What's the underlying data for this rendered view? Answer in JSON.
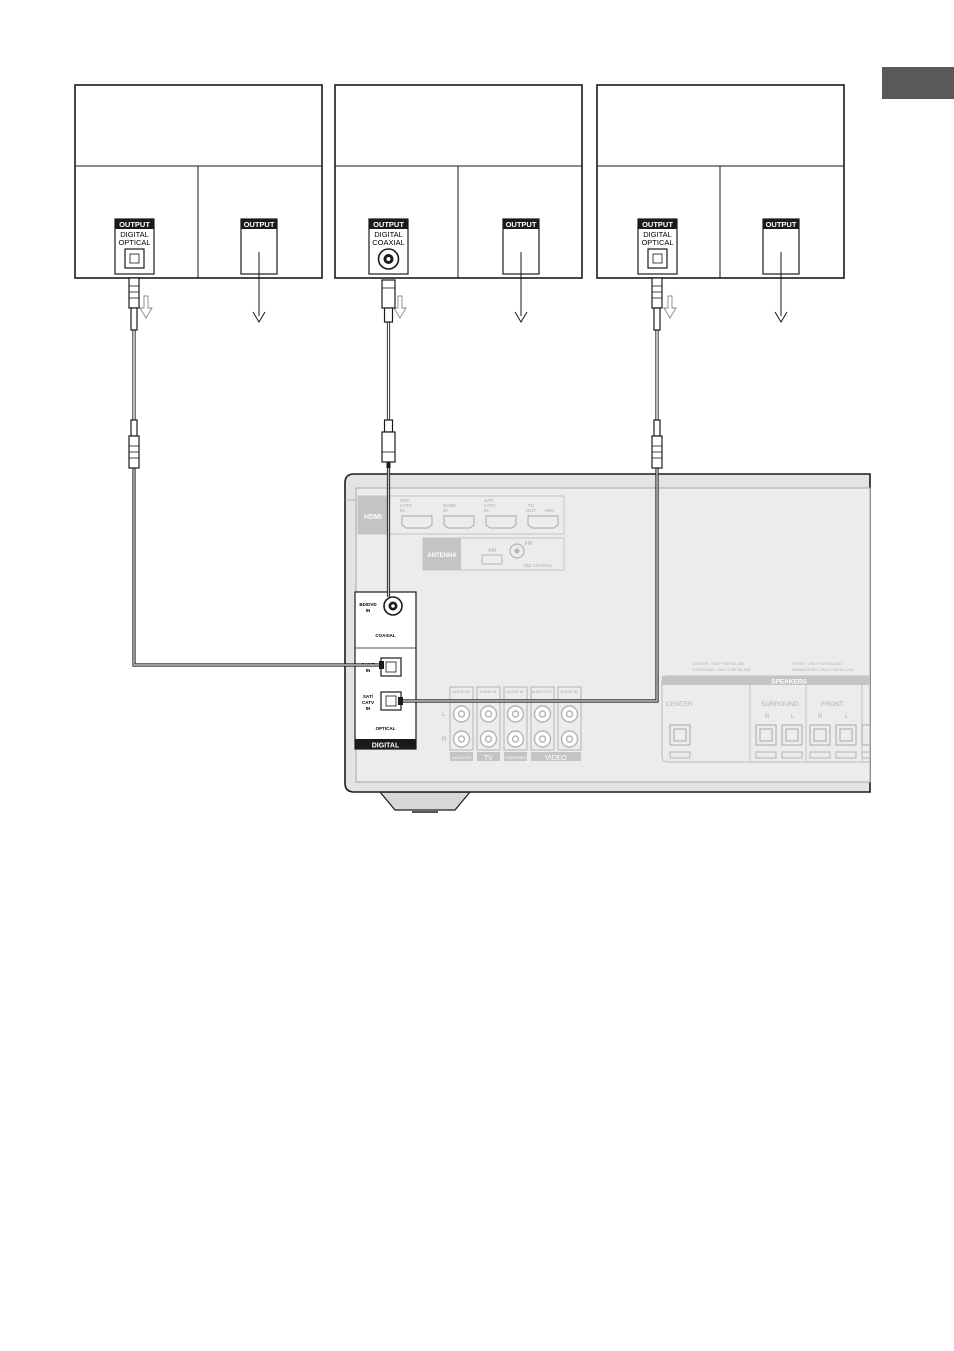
{
  "devices": [
    {
      "digital": {
        "badge": "OUTPUT",
        "line1": "DIGITAL",
        "line2": "OPTICAL"
      },
      "analog": {
        "badge": "OUTPUT"
      }
    },
    {
      "digital": {
        "badge": "OUTPUT",
        "line1": "DIGITAL",
        "line2": "COAXIAL"
      },
      "analog": {
        "badge": "OUTPUT"
      }
    },
    {
      "digital": {
        "badge": "OUTPUT",
        "line1": "DIGITAL",
        "line2": "OPTICAL"
      },
      "analog": {
        "badge": "OUTPUT"
      }
    }
  ],
  "receiver": {
    "hdmi": {
      "label": "HDMI",
      "ports": [
        {
          "line1": "SAT/",
          "line2": "CATV",
          "line3": "IN"
        },
        {
          "line1": "GAME",
          "line2": "",
          "line3": "IN"
        },
        {
          "line1": "SAT/",
          "line2": "CATV",
          "line3": "IN"
        },
        {
          "line1": "TV",
          "line2": "OUT",
          "line3": "ARC"
        }
      ]
    },
    "antenna": {
      "label": "ANTENNA",
      "am": "AM",
      "fm": "FM",
      "fm_sub": "75Ω COAXIAL"
    },
    "digital": {
      "coaxial_in": {
        "line1": "BD/DVD",
        "line2": "IN"
      },
      "coaxial_label": "COAXIAL",
      "optical_in_1": {
        "line1": "GAME",
        "line2": "IN"
      },
      "optical_in_2": {
        "line1": "SAT/",
        "line2": "CATV",
        "line3": "IN"
      },
      "optical_label": "OPTICAL",
      "footer": "DIGITAL"
    },
    "analog": {
      "row_l": "L",
      "row_r": "R",
      "headers": [
        "AUDIO IN",
        "AUDIO IN",
        "AUDIO IN",
        "AUDIO OUT",
        "AUDIO IN"
      ],
      "groups": [
        "SA-CD/CD",
        "TV",
        "TURNTABLE",
        "VIDEO"
      ]
    },
    "speakers": {
      "title": "SPEAKERS",
      "note_left_1": "CENTER : ONLY FOR 6Ω-16Ω",
      "note_left_2": "SURROUND : ONLY FOR 6Ω-16Ω",
      "note_right_1": "FRONT : ONLY FOR 6Ω-16Ω",
      "note_right_2": "SUBWOOFER : ONLY FOR 6Ω-16Ω",
      "center": "CENTER",
      "surround": "SURROUND",
      "front": "FRONT",
      "r": "R",
      "l": "L"
    }
  },
  "colors": {
    "line": "#1a1a1a",
    "receiver_fill": "#e6e6e6",
    "receiver_stroke": "#9a9a9a",
    "badge": "#1a1a1a"
  }
}
